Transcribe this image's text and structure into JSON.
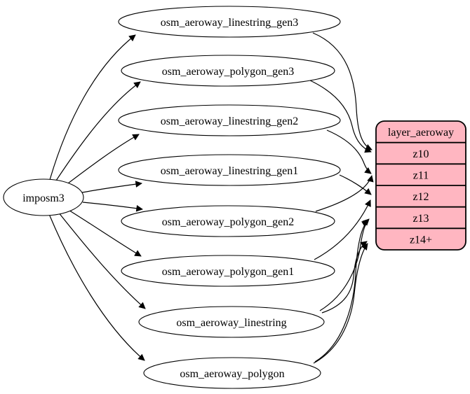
{
  "source": {
    "label": "imposm3"
  },
  "tables": [
    {
      "label": "osm_aeroway_linestring_gen3"
    },
    {
      "label": "osm_aeroway_polygon_gen3"
    },
    {
      "label": "osm_aeroway_linestring_gen2"
    },
    {
      "label": "osm_aeroway_linestring_gen1"
    },
    {
      "label": "osm_aeroway_polygon_gen2"
    },
    {
      "label": "osm_aeroway_polygon_gen1"
    },
    {
      "label": "osm_aeroway_linestring"
    },
    {
      "label": "osm_aeroway_polygon"
    }
  ],
  "layer": {
    "header": "layer_aeroway",
    "rows": [
      "z10",
      "z11",
      "z12",
      "z13",
      "z14+"
    ]
  },
  "colors": {
    "record_fill": "#ffb6c1",
    "node_fill": "#ffffff",
    "stroke": "#000000"
  },
  "edges": [
    {
      "from": "imposm3",
      "to": "osm_aeroway_linestring_gen3"
    },
    {
      "from": "imposm3",
      "to": "osm_aeroway_polygon_gen3"
    },
    {
      "from": "imposm3",
      "to": "osm_aeroway_linestring_gen2"
    },
    {
      "from": "imposm3",
      "to": "osm_aeroway_linestring_gen1"
    },
    {
      "from": "imposm3",
      "to": "osm_aeroway_polygon_gen2"
    },
    {
      "from": "imposm3",
      "to": "osm_aeroway_polygon_gen1"
    },
    {
      "from": "imposm3",
      "to": "osm_aeroway_linestring"
    },
    {
      "from": "imposm3",
      "to": "osm_aeroway_polygon"
    },
    {
      "from": "osm_aeroway_linestring_gen3",
      "to": "layer_aeroway:z10"
    },
    {
      "from": "osm_aeroway_polygon_gen3",
      "to": "layer_aeroway:z10"
    },
    {
      "from": "osm_aeroway_linestring_gen2",
      "to": "layer_aeroway:z11"
    },
    {
      "from": "osm_aeroway_polygon_gen2",
      "to": "layer_aeroway:z11"
    },
    {
      "from": "osm_aeroway_linestring_gen1",
      "to": "layer_aeroway:z12"
    },
    {
      "from": "osm_aeroway_polygon_gen1",
      "to": "layer_aeroway:z12"
    },
    {
      "from": "osm_aeroway_linestring",
      "to": "layer_aeroway:z13"
    },
    {
      "from": "osm_aeroway_polygon",
      "to": "layer_aeroway:z13"
    },
    {
      "from": "osm_aeroway_linestring",
      "to": "layer_aeroway:z14+"
    },
    {
      "from": "osm_aeroway_polygon",
      "to": "layer_aeroway:z14+"
    }
  ]
}
